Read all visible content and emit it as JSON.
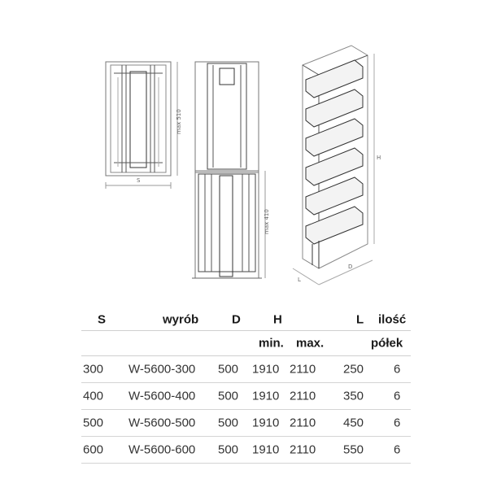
{
  "drawing": {
    "label_height_front": "max 510",
    "label_height_side": "max 410",
    "label_width": "S",
    "label_H": "H",
    "label_D": "D",
    "label_L": "L"
  },
  "table": {
    "headers": {
      "s": "S",
      "wyrob": "wyrób",
      "d": "D",
      "h": "H",
      "l": "L",
      "ilosc": "ilość",
      "min": "min.",
      "max": "max.",
      "polek": "półek"
    },
    "rows": [
      {
        "s": "300",
        "wyrob": "W-5600-300",
        "d": "500",
        "h_min": "1910",
        "h_max": "2110",
        "l": "250",
        "polek": "6"
      },
      {
        "s": "400",
        "wyrob": "W-5600-400",
        "d": "500",
        "h_min": "1910",
        "h_max": "2110",
        "l": "350",
        "polek": "6"
      },
      {
        "s": "500",
        "wyrob": "W-5600-500",
        "d": "500",
        "h_min": "1910",
        "h_max": "2110",
        "l": "450",
        "polek": "6"
      },
      {
        "s": "600",
        "wyrob": "W-5600-600",
        "d": "500",
        "h_min": "1910",
        "h_max": "2110",
        "l": "550",
        "polek": "6"
      }
    ]
  }
}
